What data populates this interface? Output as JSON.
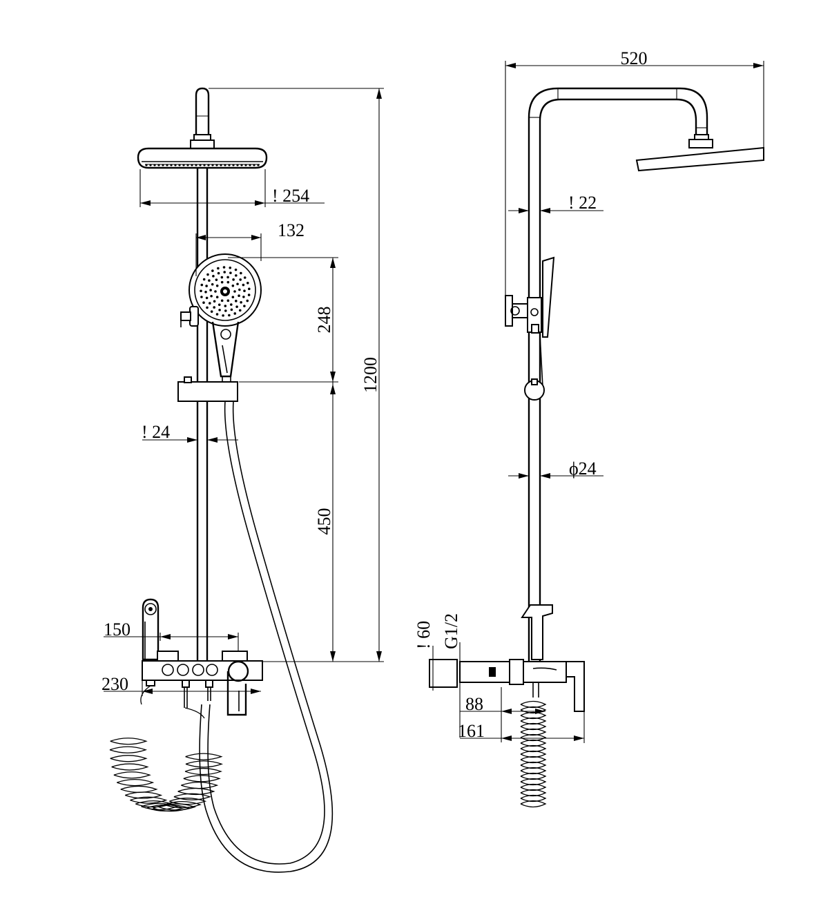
{
  "front_view": {
    "dim_head_width": "! 254",
    "dim_handshower_offset": "132",
    "dim_handshower_height": "248",
    "dim_total_height": "1200",
    "dim_rail_pipe": "! 24",
    "dim_holder_to_mixer": "450",
    "dim_mixer_reach": "150",
    "dim_mixer_width": "230"
  },
  "side_view": {
    "dim_overall_reach": "520",
    "dim_upper_pipe": "! 22",
    "dim_lower_pipe": "ϕ24",
    "dim_wall_plate": "! 60",
    "dim_inlet_thread": "G1/2",
    "dim_offset_88": "88",
    "dim_offset_161": "161"
  },
  "colors": {
    "line": "#000000",
    "background": "#ffffff"
  }
}
